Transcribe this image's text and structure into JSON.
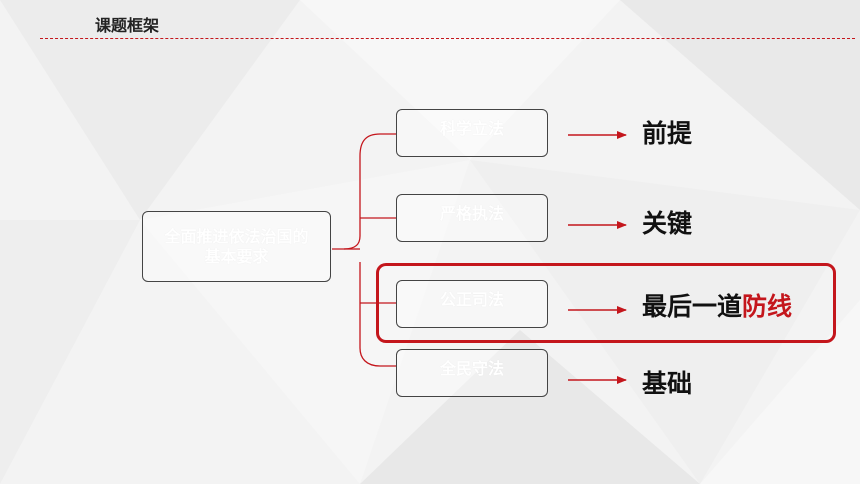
{
  "header": {
    "title": "课题框架"
  },
  "diagram": {
    "root": "全面推进依法治国的基本要求",
    "branches": [
      {
        "label": "科学立法",
        "result": "前提"
      },
      {
        "label": "严格执法",
        "result": "关键"
      },
      {
        "label": "公正司法",
        "result_plain": "最后一道",
        "result_highlight": "防线"
      },
      {
        "label": "全民守法",
        "result": "基础"
      }
    ]
  },
  "colors": {
    "accent": "#c4161c",
    "text": "#111111",
    "background": "#f3f3f3"
  }
}
